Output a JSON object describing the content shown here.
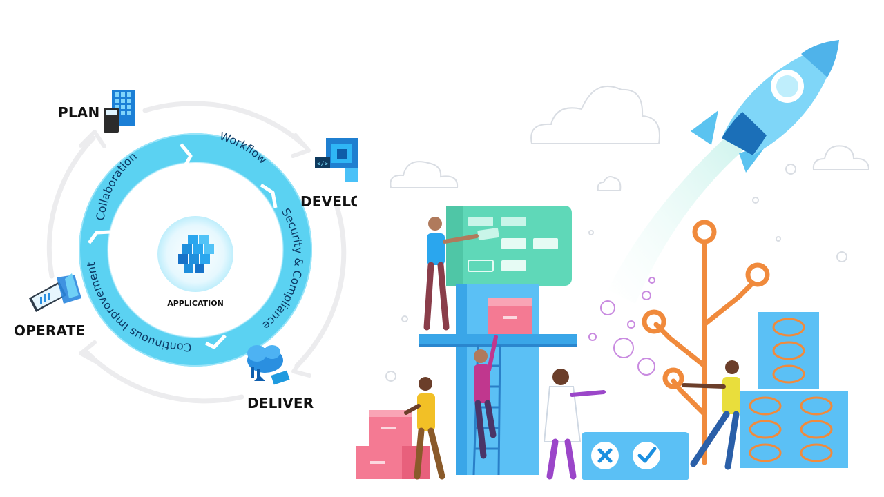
{
  "stages": {
    "plan": "PLAN",
    "develop": "DEVELOP",
    "deliver": "DELIVER",
    "operate": "OPERATE"
  },
  "inner_cycle": {
    "collaboration": "Collaboration",
    "workflow": "Workflow",
    "security": "Security & Compliance",
    "improvement": "Continuous Improvement"
  },
  "center": {
    "label": "APPLICATION"
  },
  "colors": {
    "ring": "#5bd2f2",
    "ring_light": "#a8e8fa",
    "outer_arrow": "#ececee",
    "brand_blue": "#1b9ee0",
    "board_green": "#5fd8b8",
    "tree_orange": "#f08a3c",
    "box_pink": "#f47a93",
    "rocket_blue": "#6fd0f6"
  },
  "icons": [
    "plan-calculator-icon",
    "develop-cube-icon",
    "deliver-cloud-icon",
    "operate-chart-icon",
    "application-cubes-icon",
    "rocket-icon"
  ]
}
